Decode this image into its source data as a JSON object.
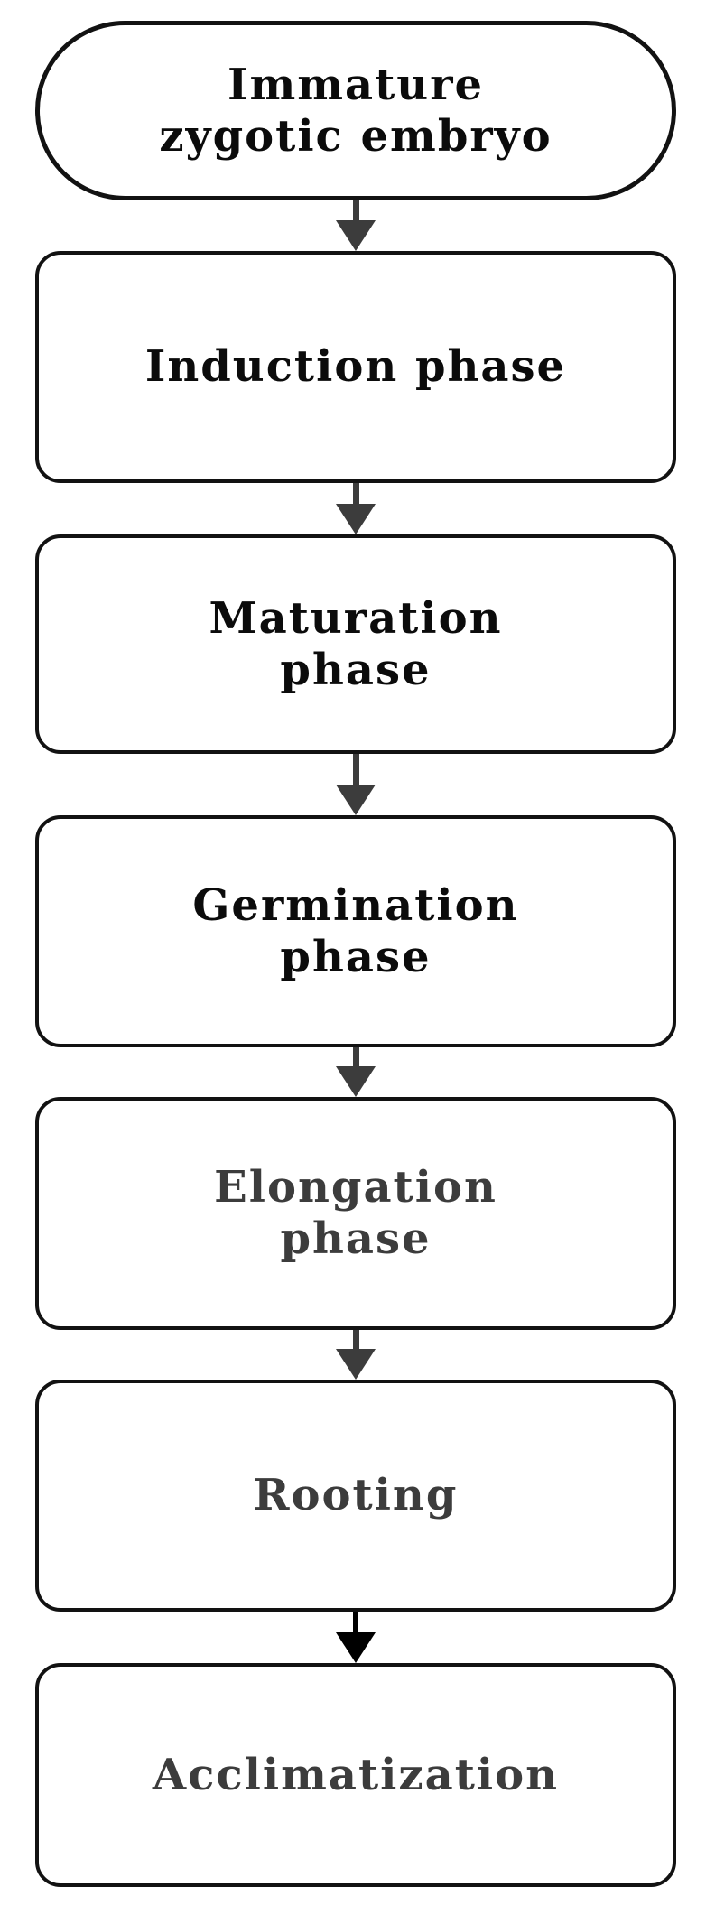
{
  "figure": {
    "type": "flowchart",
    "direction": "top-to-bottom",
    "colors": {
      "background": "#ffffff",
      "shape_fill": "#ffffff",
      "shape_border": "#121212",
      "label_black": "#0b0b0b",
      "label_gray": "#3c3c3c",
      "arrow_gray": "#3c3c3c",
      "arrow_black": "#000000"
    },
    "nodes": [
      {
        "id": "immature-zygotic-embryo",
        "shape": "stadium",
        "label": "Immature\nzygotic embryo",
        "label_color": "#0b0b0b"
      },
      {
        "id": "induction-phase",
        "shape": "rounded-rect",
        "label": "Induction phase",
        "label_color": "#0b0b0b"
      },
      {
        "id": "maturation-phase",
        "shape": "rounded-rect",
        "label": "Maturation\nphase",
        "label_color": "#0b0b0b"
      },
      {
        "id": "germination-phase",
        "shape": "rounded-rect",
        "label": "Germination\nphase",
        "label_color": "#0b0b0b"
      },
      {
        "id": "elongation-phase",
        "shape": "rounded-rect",
        "label": "Elongation\nphase",
        "label_color": "#3c3c3c"
      },
      {
        "id": "rooting",
        "shape": "rounded-rect",
        "label": "Rooting",
        "label_color": "#3c3c3c"
      },
      {
        "id": "acclimatization",
        "shape": "rounded-rect",
        "label": "Acclimatization",
        "label_color": "#3c3c3c"
      }
    ],
    "arrows": [
      {
        "from": "immature-zygotic-embryo",
        "to": "induction-phase",
        "direction": "down",
        "color": "#3c3c3c"
      },
      {
        "from": "induction-phase",
        "to": "maturation-phase",
        "direction": "down",
        "color": "#3c3c3c"
      },
      {
        "from": "maturation-phase",
        "to": "germination-phase",
        "direction": "down",
        "color": "#3c3c3c"
      },
      {
        "from": "germination-phase",
        "to": "elongation-phase",
        "direction": "down",
        "color": "#3c3c3c"
      },
      {
        "from": "elongation-phase",
        "to": "rooting",
        "direction": "down",
        "color": "#3c3c3c"
      },
      {
        "from": "rooting",
        "to": "acclimatization",
        "direction": "down",
        "color": "#000000"
      }
    ]
  }
}
